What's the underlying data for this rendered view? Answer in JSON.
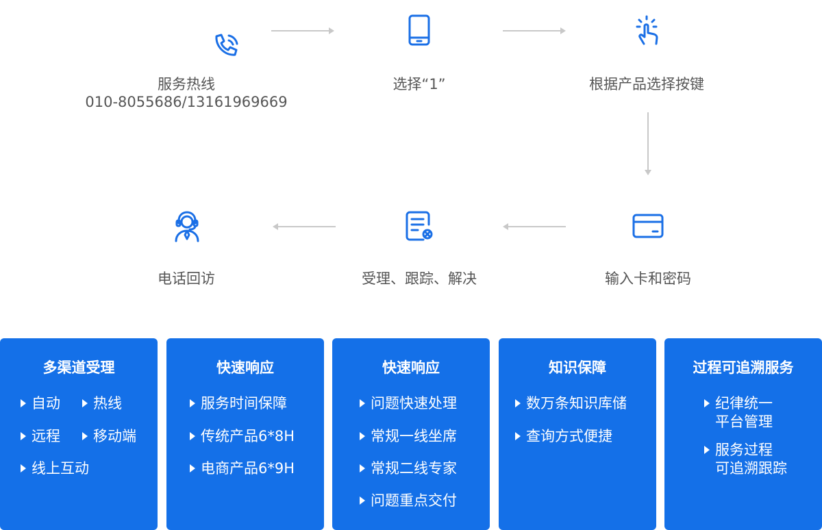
{
  "flow": {
    "hotline": {
      "title": "服务热线",
      "number": "010-8055686/13161969669"
    },
    "select_one": "选择“1”",
    "select_key": "根据产品选择按键",
    "enter_card": "输入卡和密码",
    "handle": "受理、跟踪、解决",
    "callback": "电话回访"
  },
  "icons": {
    "phone": "phone-call-icon",
    "mobile": "mobile-phone-icon",
    "touch": "touch-press-icon",
    "card": "card-icon",
    "document": "document-settings-icon",
    "agent": "headset-agent-icon"
  },
  "colors": {
    "primary": "#1470e8",
    "icon": "#1a6fe6",
    "arrow": "#c8c8c8",
    "text": "#555555"
  },
  "cards": [
    {
      "title": "多渠道受理",
      "items": [
        "自动",
        "热线",
        "远程",
        "移动端",
        "线上互动"
      ]
    },
    {
      "title": "快速响应",
      "items": [
        "服务时间保障",
        "传统产品6*8H",
        "电商产品6*9H"
      ]
    },
    {
      "title": "快速响应",
      "items": [
        "问题快速处理",
        "常规一线坐席",
        "常规二线专家",
        "问题重点交付"
      ]
    },
    {
      "title": "知识保障",
      "items": [
        "数万条知识库储",
        "查询方式便捷"
      ]
    },
    {
      "title": "过程可追溯服务",
      "items": [
        {
          "line1": "纪律统一",
          "line2": "平台管理"
        },
        {
          "line1": "服务过程",
          "line2": "可追溯跟踪"
        }
      ]
    }
  ]
}
